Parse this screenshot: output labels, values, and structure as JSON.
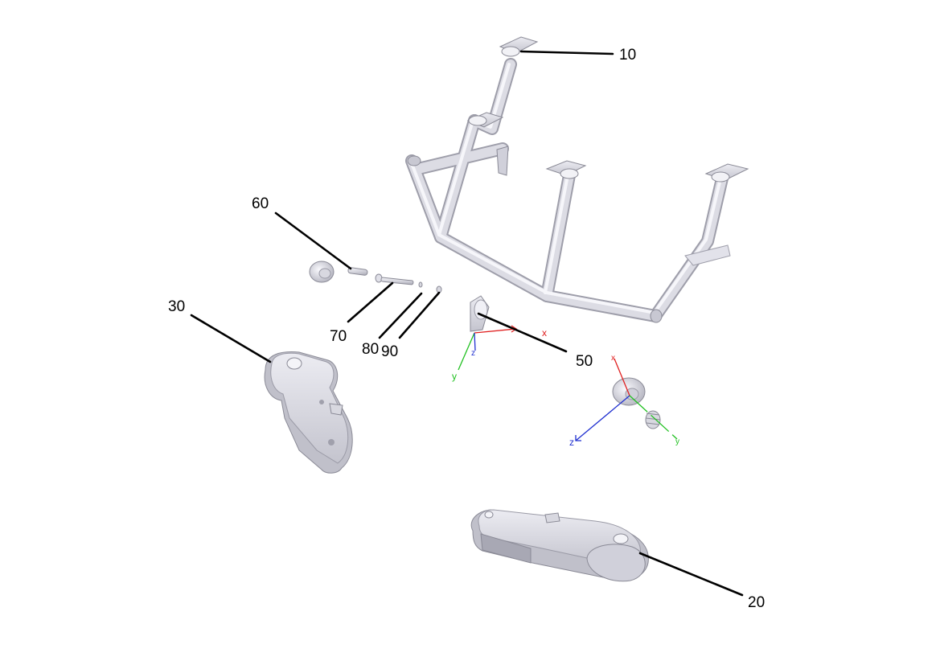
{
  "callouts": [
    {
      "id": "10",
      "label": "10"
    },
    {
      "id": "20",
      "label": "20"
    },
    {
      "id": "30",
      "label": "30"
    },
    {
      "id": "50",
      "label": "50"
    },
    {
      "id": "60",
      "label": "60"
    },
    {
      "id": "70",
      "label": "70"
    },
    {
      "id": "80",
      "label": "80"
    },
    {
      "id": "90",
      "label": "90"
    }
  ],
  "axis_triads": [
    {
      "id": "triad-50",
      "labels": {
        "x": "x",
        "y": "y",
        "z": "z"
      }
    },
    {
      "id": "triad-wheel",
      "labels": {
        "x": "x",
        "y": "y",
        "z": "z"
      }
    }
  ],
  "colors": {
    "part_fill": "#e6e6ee",
    "part_shadow": "#b8b8c4",
    "axis_x": "#e02020",
    "axis_y": "#20c020",
    "axis_z": "#2030d0",
    "leader": "#000000"
  }
}
